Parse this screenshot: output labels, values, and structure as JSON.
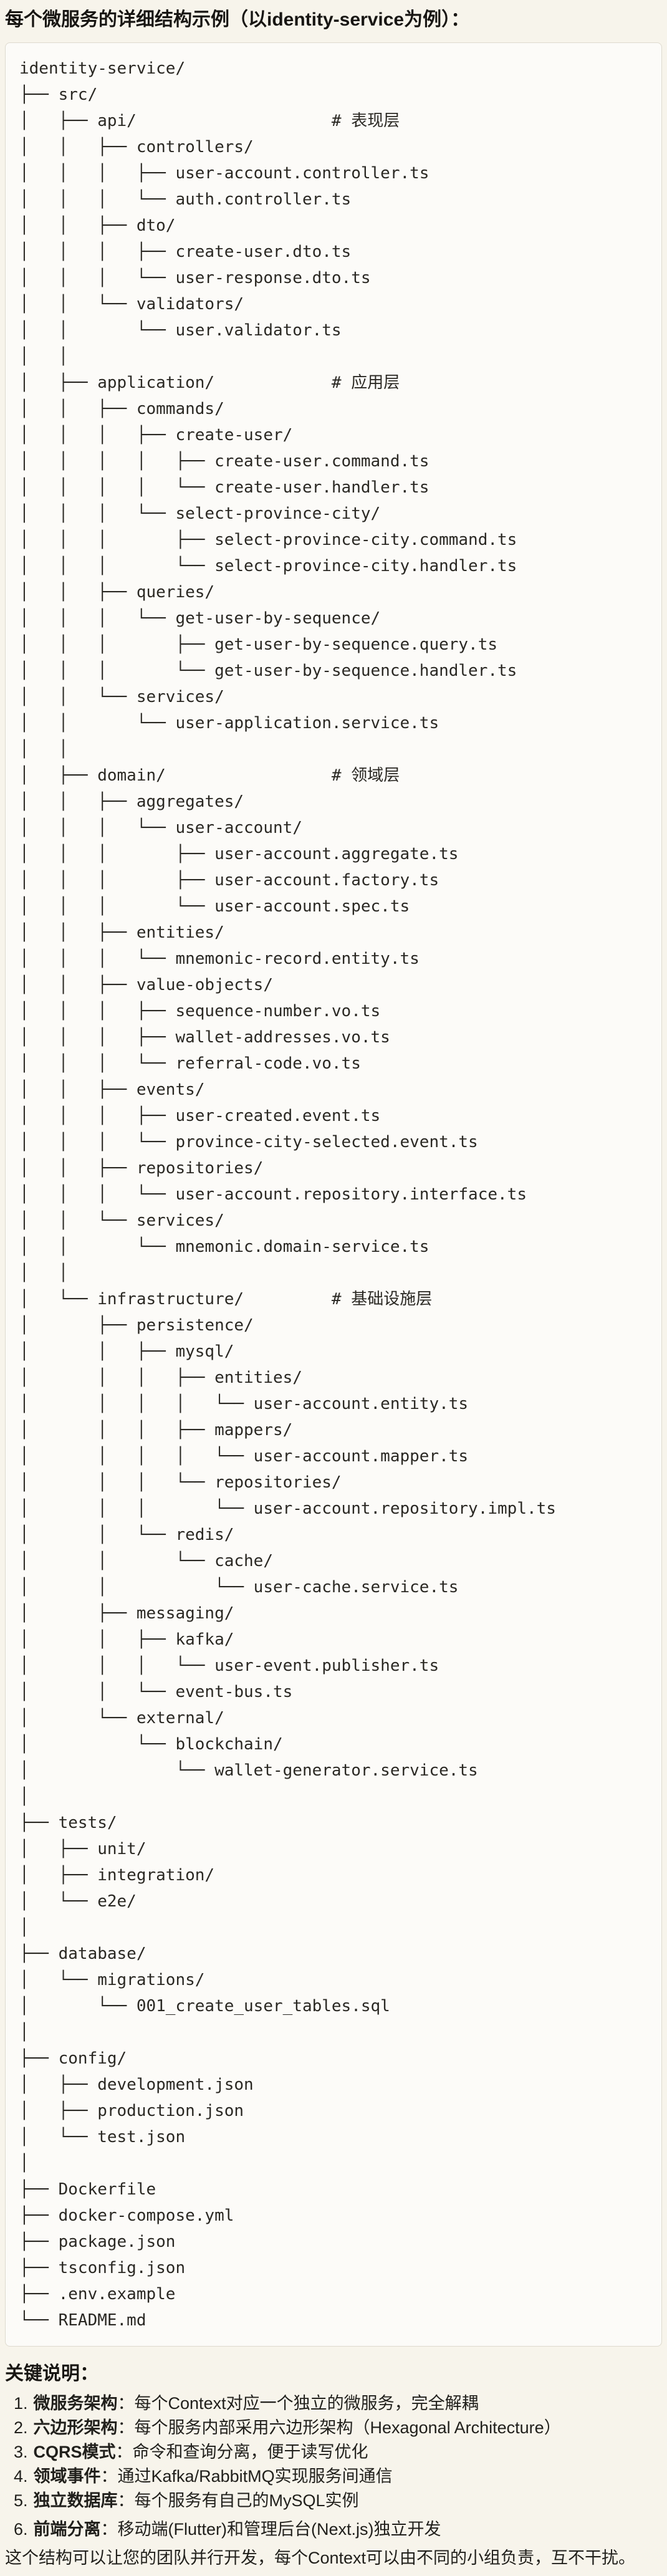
{
  "heading": "每个微服务的详细结构示例（以identity-service为例）：",
  "colors": {
    "page_background": "#F7F4EB",
    "code_background": "#FCFBF8",
    "code_border": "#DEDACF",
    "text": "#21201C"
  },
  "tree": {
    "lines": [
      "identity-service/",
      "├── src/",
      "│   ├── api/                    # 表现层",
      "│   │   ├── controllers/",
      "│   │   │   ├── user-account.controller.ts",
      "│   │   │   └── auth.controller.ts",
      "│   │   ├── dto/",
      "│   │   │   ├── create-user.dto.ts",
      "│   │   │   └── user-response.dto.ts",
      "│   │   └── validators/",
      "│   │       └── user.validator.ts",
      "│   │",
      "│   ├── application/            # 应用层",
      "│   │   ├── commands/",
      "│   │   │   ├── create-user/",
      "│   │   │   │   ├── create-user.command.ts",
      "│   │   │   │   └── create-user.handler.ts",
      "│   │   │   └── select-province-city/",
      "│   │   │       ├── select-province-city.command.ts",
      "│   │   │       └── select-province-city.handler.ts",
      "│   │   ├── queries/",
      "│   │   │   └── get-user-by-sequence/",
      "│   │   │       ├── get-user-by-sequence.query.ts",
      "│   │   │       └── get-user-by-sequence.handler.ts",
      "│   │   └── services/",
      "│   │       └── user-application.service.ts",
      "│   │",
      "│   ├── domain/                 # 领域层",
      "│   │   ├── aggregates/",
      "│   │   │   └── user-account/",
      "│   │   │       ├── user-account.aggregate.ts",
      "│   │   │       ├── user-account.factory.ts",
      "│   │   │       └── user-account.spec.ts",
      "│   │   ├── entities/",
      "│   │   │   └── mnemonic-record.entity.ts",
      "│   │   ├── value-objects/",
      "│   │   │   ├── sequence-number.vo.ts",
      "│   │   │   ├── wallet-addresses.vo.ts",
      "│   │   │   └── referral-code.vo.ts",
      "│   │   ├── events/",
      "│   │   │   ├── user-created.event.ts",
      "│   │   │   └── province-city-selected.event.ts",
      "│   │   ├── repositories/",
      "│   │   │   └── user-account.repository.interface.ts",
      "│   │   └── services/",
      "│   │       └── mnemonic.domain-service.ts",
      "│   │",
      "│   └── infrastructure/         # 基础设施层",
      "│       ├── persistence/",
      "│       │   ├── mysql/",
      "│       │   │   ├── entities/",
      "│       │   │   │   └── user-account.entity.ts",
      "│       │   │   ├── mappers/",
      "│       │   │   │   └── user-account.mapper.ts",
      "│       │   │   └── repositories/",
      "│       │   │       └── user-account.repository.impl.ts",
      "│       │   └── redis/",
      "│       │       └── cache/",
      "│       │           └── user-cache.service.ts",
      "│       ├── messaging/",
      "│       │   ├── kafka/",
      "│       │   │   └── user-event.publisher.ts",
      "│       │   └── event-bus.ts",
      "│       └── external/",
      "│           └── blockchain/",
      "│               └── wallet-generator.service.ts",
      "│",
      "├── tests/",
      "│   ├── unit/",
      "│   ├── integration/",
      "│   └── e2e/",
      "│",
      "├── database/",
      "│   └── migrations/",
      "│       └── 001_create_user_tables.sql",
      "│",
      "├── config/",
      "│   ├── development.json",
      "│   ├── production.json",
      "│   └── test.json",
      "│",
      "├── Dockerfile",
      "├── docker-compose.yml",
      "├── package.json",
      "├── tsconfig.json",
      "├── .env.example",
      "└── README.md"
    ]
  },
  "notes": {
    "heading": "关键说明：",
    "items": [
      {
        "marker": "1.",
        "term": "微服务架构",
        "desc": "：每个Context对应一个独立的微服务，完全解耦"
      },
      {
        "marker": "2.",
        "term": "六边形架构",
        "desc": "：每个服务内部采用六边形架构（Hexagonal Architecture）"
      },
      {
        "marker": "3.",
        "term": "CQRS模式",
        "desc": "：命令和查询分离，便于读写优化"
      },
      {
        "marker": "4.",
        "term": "领域事件",
        "desc": "：通过Kafka/RabbitMQ实现服务间通信"
      },
      {
        "marker": "5.",
        "term": "独立数据库",
        "desc": "：每个服务有自己的MySQL实例"
      },
      {
        "marker": "6.",
        "term": "前端分离",
        "desc": "：移动端(Flutter)和管理后台(Next.js)独立开发"
      }
    ]
  },
  "footer": "这个结构可以让您的团队并行开发，每个Context可以由不同的小组负责，互不干扰。"
}
